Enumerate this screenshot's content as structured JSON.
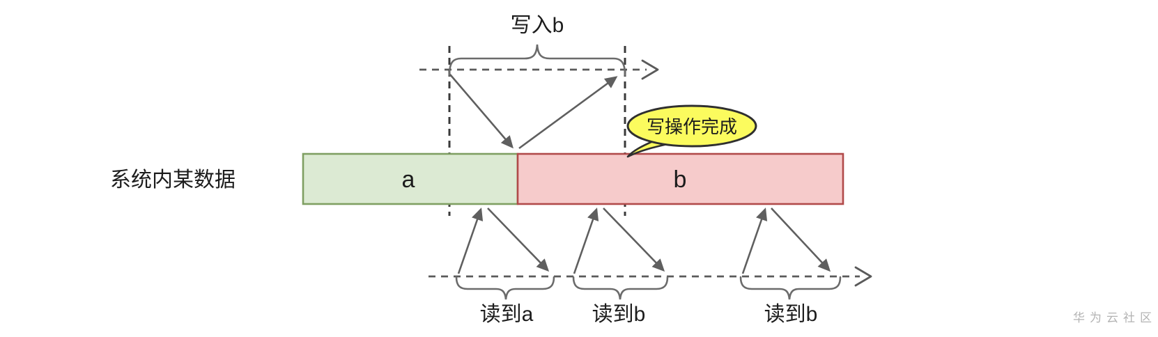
{
  "diagram": {
    "data_row_label": "系统内某数据",
    "bar": {
      "segment_a": {
        "label": "a",
        "fill": "#dcead3",
        "border": "#7f9f62"
      },
      "segment_b": {
        "label": "b",
        "fill": "#f6cbcb",
        "border": "#b14a4a"
      }
    },
    "write_timeline": {
      "brace_label": "写入b"
    },
    "callout": {
      "text": "写操作完成",
      "fill": "#fbfb5e",
      "border": "#2f2f2f"
    },
    "read_timeline": {
      "reads": [
        {
          "label": "读到a"
        },
        {
          "label": "读到b"
        },
        {
          "label": "读到b"
        }
      ]
    },
    "watermark": "华为云社区"
  }
}
